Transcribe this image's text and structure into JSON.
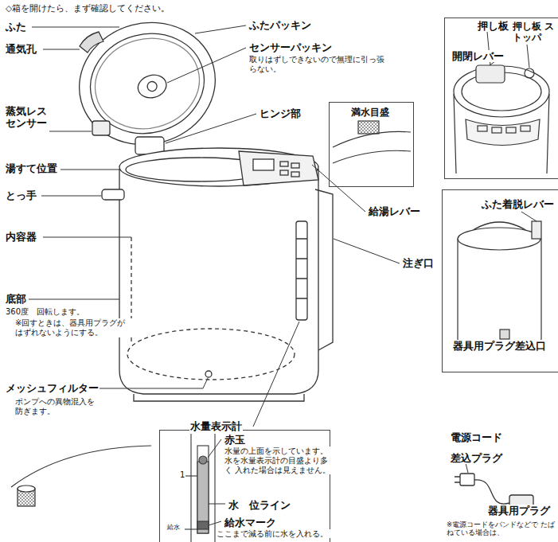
{
  "diagram": {
    "nodes": [
      {
        "text": [
          "押し板",
          "押し板 ストッパ",
          "開閉レバー"
        ]
      },
      {
        "text": [
          "満水目盛"
        ]
      },
      {
        "text": [
          "ふた着脱レバー",
          "器具用プラグ差込口"
        ]
      },
      {
        "text": [
          "1",
          "給水",
          "赤玉",
          "水量の上面を示しています。 水を水量表示計の目盛より多く 入れた場合は見えません。",
          "水　位ライン",
          "給水マーク",
          "ここまで減る前に水を入れる。"
        ]
      }
    ],
    "labels": [
      "◇箱を開けたら、まず確認してください。",
      "ふた",
      "通気孔",
      "蒸気レス センサー",
      "湯すて位置",
      "とっ手",
      "内容器",
      "底部",
      "360度　回転します。",
      "※回すときは、器具用プラグが はずれないようにする。",
      "メッシュフィルター",
      "ポンプへの異物混入を 防ぎます。",
      "ふたパッキン",
      "センサーパッキン",
      "取りはずしできないので無理に引っ張らない。",
      "ヒンジ部",
      "給湯レバー",
      "注ぎ口",
      "水量表示計",
      "電源コード",
      "差込プラグ",
      "器具用プラグ",
      "※電源コードをバンドなどで たばねている場合は、"
    ]
  }
}
